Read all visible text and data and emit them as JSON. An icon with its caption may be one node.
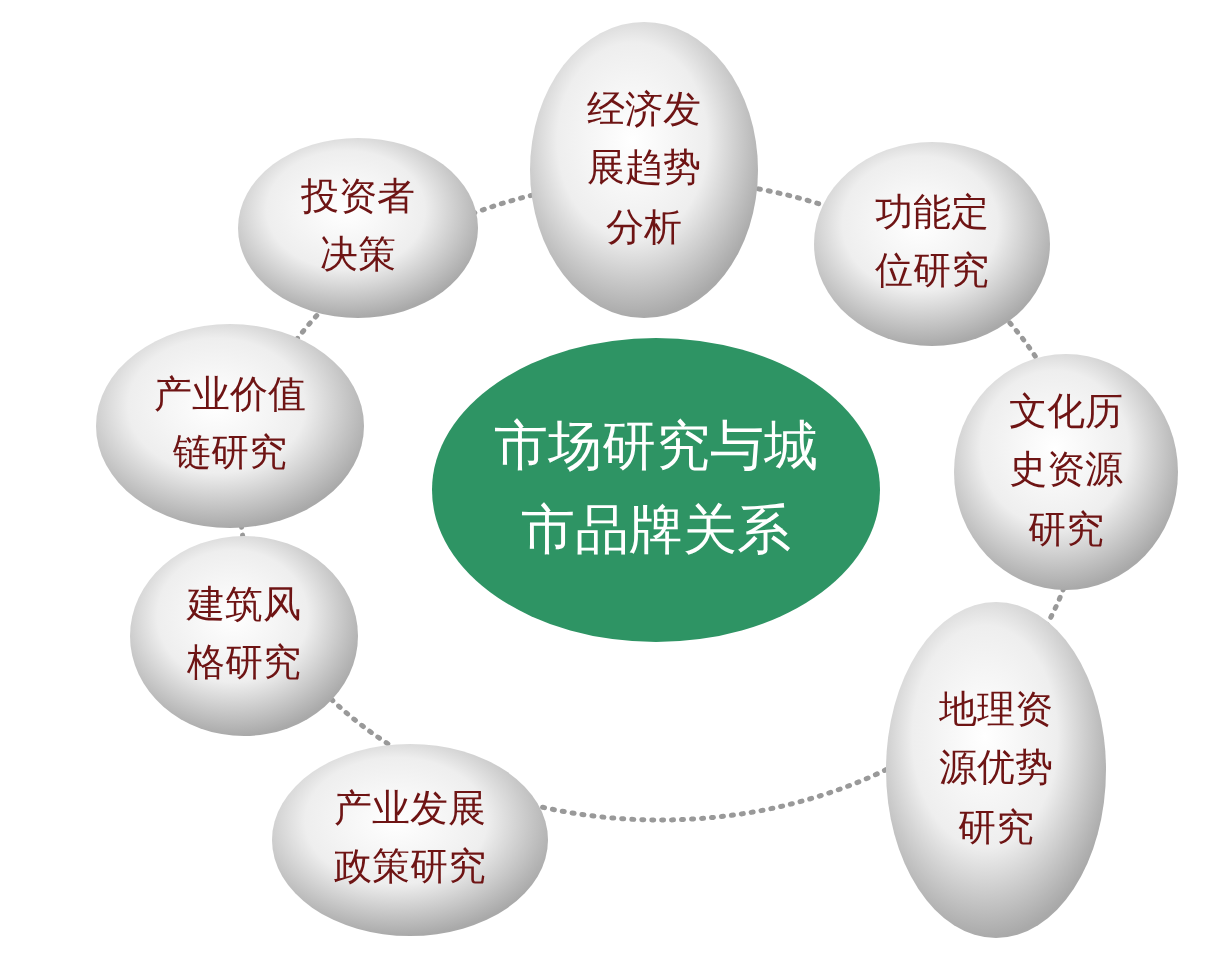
{
  "diagram": {
    "nodes": [
      {
        "text": [
          "市场研究与城市品牌关系"
        ]
      },
      {
        "text": [
          "经济发展趋势分析"
        ]
      },
      {
        "text": [
          "投资者决策"
        ]
      },
      {
        "text": [
          "功能定位研究"
        ]
      },
      {
        "text": [
          "产业价值链研究"
        ]
      },
      {
        "text": [
          "文化历史资源研究"
        ]
      },
      {
        "text": [
          "建筑风格研究"
        ]
      },
      {
        "text": [
          "产业发展政策研究"
        ]
      },
      {
        "text": [
          "地理资源优势研究"
        ]
      }
    ]
  }
}
